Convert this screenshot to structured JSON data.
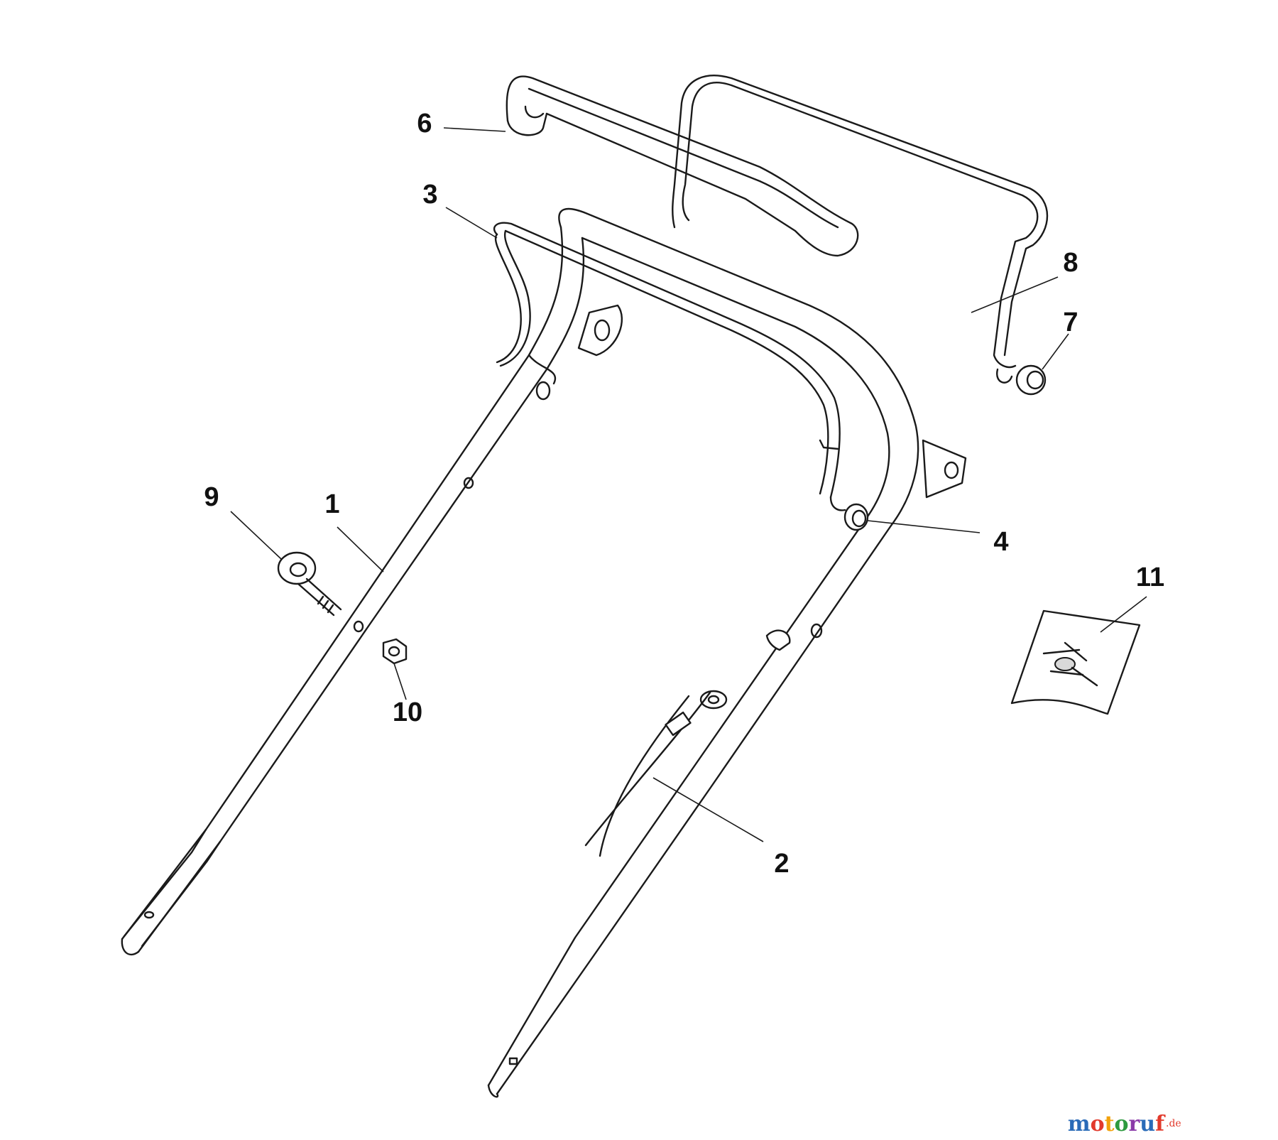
{
  "diagram": {
    "callouts": [
      {
        "id": "1",
        "label": "1"
      },
      {
        "id": "2",
        "label": "2"
      },
      {
        "id": "3",
        "label": "3"
      },
      {
        "id": "4",
        "label": "4"
      },
      {
        "id": "6",
        "label": "6"
      },
      {
        "id": "7",
        "label": "7"
      },
      {
        "id": "8",
        "label": "8"
      },
      {
        "id": "9",
        "label": "9"
      },
      {
        "id": "10",
        "label": "10"
      },
      {
        "id": "11",
        "label": "11"
      }
    ]
  },
  "watermark": {
    "brand": "motoruf",
    "suffix": ".de",
    "colors": [
      "#2a6bb8",
      "#e23a2c",
      "#f2a20b",
      "#2e9a3f",
      "#8a3aa8",
      "#2a6bb8",
      "#e23a2c"
    ]
  }
}
